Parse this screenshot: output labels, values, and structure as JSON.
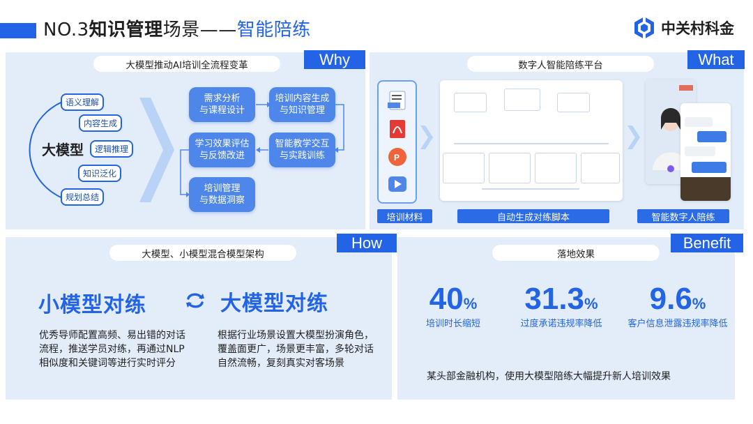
{
  "header": {
    "title_prefix": "NO.3",
    "title_main": "知识管理",
    "title_rest": "场景——",
    "title_accent": "智能陪练",
    "logo_text": "中关村科金",
    "accent_color": "#2264e5"
  },
  "why": {
    "tag": "Why",
    "heading": "大模型推动AI培训全流程变革",
    "center_label": "大模型",
    "capabilities": [
      "语义理解",
      "内容生成",
      "逻辑推理",
      "知识泛化",
      "规划总结"
    ],
    "flow_steps": [
      "需求分析\n与课程设计",
      "培训内容生成\n与知识管理",
      "智能教学交互\n与实践训练",
      "学习效果评估\n与反馈改进",
      "培训管理\n与数据洞察"
    ]
  },
  "what": {
    "tag": "What",
    "heading": "数字人智能陪练平台",
    "file_icons": [
      "doc-icon",
      "pdf-icon",
      "ppt-icon",
      "video-icon"
    ],
    "labels": [
      "培训材料",
      "自动生成对练脚本",
      "智能数字人陪练"
    ]
  },
  "how": {
    "tag": "How",
    "heading": "大模型、小模型混合模型架构",
    "small_title": "小模型对练",
    "small_desc": "优秀导师配置高频、易出错的对话流程，推送学员对练，再通过NLP相似度和关键词等进行实时评分",
    "large_title": "大模型对练",
    "large_desc": "根据行业场景设置大模型扮演角色，覆盖面更广，场景更丰富，多轮对话自然流畅，复刻真实对客场景"
  },
  "benefit": {
    "tag": "Benefit",
    "heading": "落地效果",
    "stats": [
      {
        "value": "40",
        "unit": "%",
        "label": "培训时长缩短"
      },
      {
        "value": "31.3",
        "unit": "%",
        "label": "过度承诺违规率降低"
      },
      {
        "value": "9.6",
        "unit": "%",
        "label": "客户信息泄露违规率降低"
      }
    ],
    "footnote": "某头部金融机构，使用大模型陪练大幅提升新人培训效果"
  }
}
